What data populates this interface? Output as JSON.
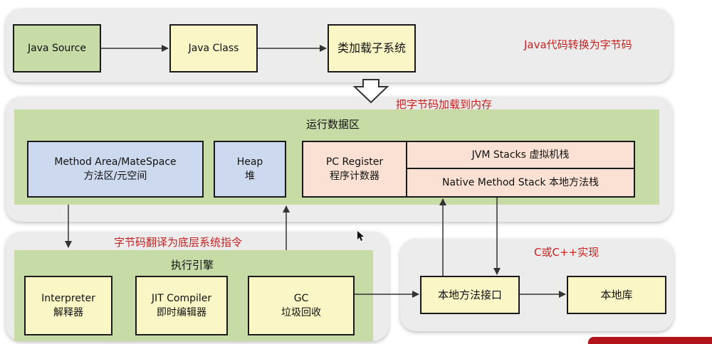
{
  "top": {
    "java_source": "Java Source",
    "java_class": "Java Class",
    "class_loader": "类加载子系统",
    "note": "Java代码转换为字节码"
  },
  "load_note": "把字节码加载到内存",
  "runtime": {
    "title": "运行数据区",
    "method_area": [
      "Method Area/MateSpace",
      "方法区/元空间"
    ],
    "heap": [
      "Heap",
      "堆"
    ],
    "pc_register": [
      "PC Register",
      "程序计数器"
    ],
    "jvm_stacks": "JVM Stacks 虚拟机栈",
    "native_stack": "Native Method Stack 本地方法栈"
  },
  "translate_note": "字节码翻译为底层系统指令",
  "engine": {
    "title": "执行引擎",
    "interpreter": [
      "Interpreter",
      "解释器"
    ],
    "jit": [
      "JIT Compiler",
      "即时编辑器"
    ],
    "gc": [
      "GC",
      "垃圾回收"
    ]
  },
  "native": {
    "note": "C或C++实现",
    "interface": "本地方法接口",
    "library": "本地库"
  }
}
